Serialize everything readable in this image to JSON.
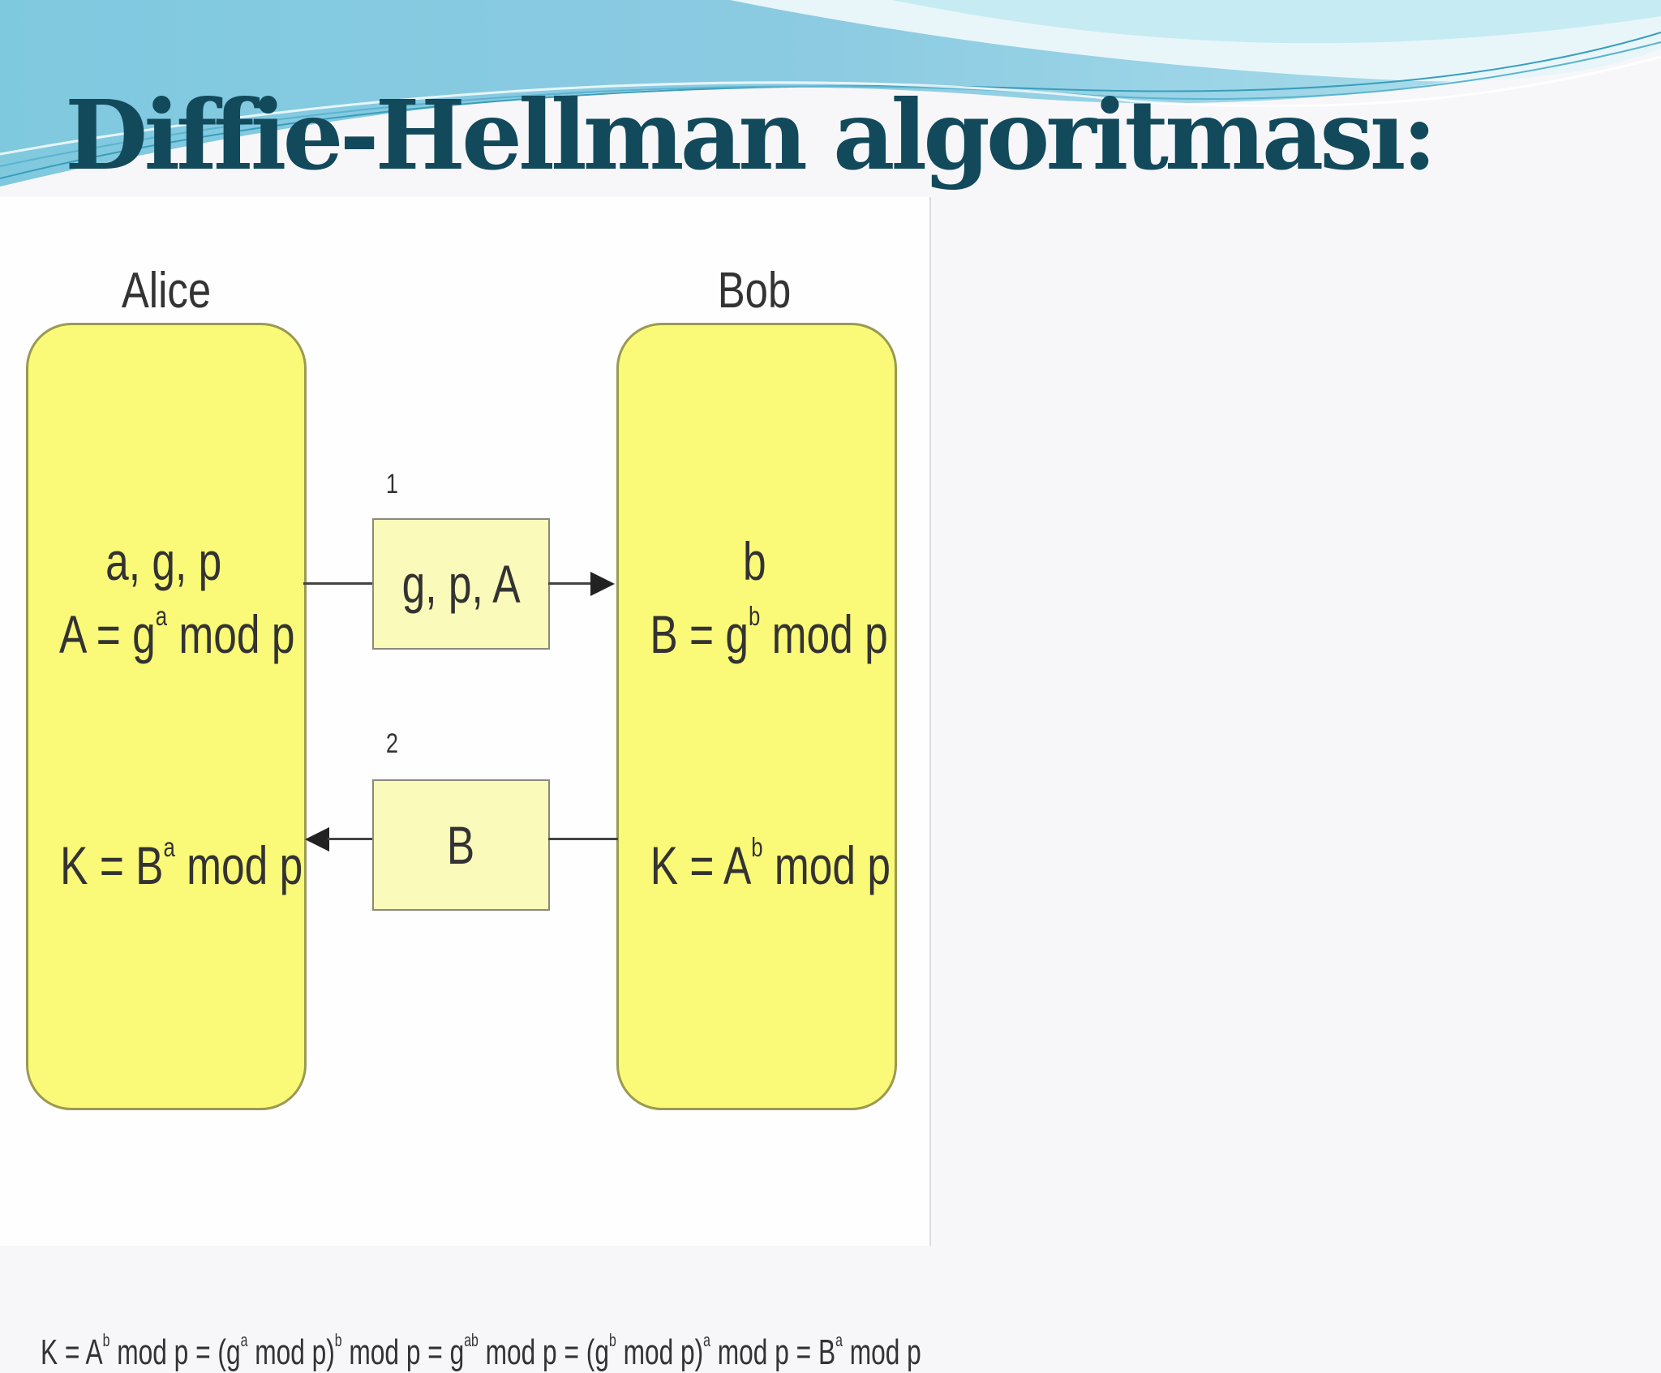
{
  "slide": {
    "title": "Diffie-Hellman algoritması:"
  },
  "diagram": {
    "alice": {
      "label": "Alice",
      "line1": "a, g, p",
      "line2_base": "A = g",
      "line2_exp": "a",
      "line2_rest": " mod p",
      "line3_base": "K = B",
      "line3_exp": "a",
      "line3_rest": " mod p"
    },
    "bob": {
      "label": "Bob",
      "line1": "b",
      "line2_base": "B = g",
      "line2_exp": "b",
      "line2_rest": " mod p",
      "line3_base": "K = A",
      "line3_exp": "b",
      "line3_rest": " mod p"
    },
    "messages": [
      {
        "step": "1",
        "content": "g, p, A"
      },
      {
        "step": "2",
        "content": "B"
      }
    ],
    "equation": {
      "p1": "K = A",
      "e1": "b",
      "p2": " mod p = (g",
      "e2": "a",
      "p3": " mod p)",
      "e3": "b",
      "p4": " mod p = g",
      "e4": "ab",
      "p5": " mod p = (g",
      "e5": "b",
      "p6": " mod p)",
      "e6": "a",
      "p7": " mod p = B",
      "e7": "a",
      "p8": " mod p"
    }
  },
  "colors": {
    "title": "#124a5c",
    "party_box": "#fafa78",
    "message_box": "#fafaba"
  }
}
